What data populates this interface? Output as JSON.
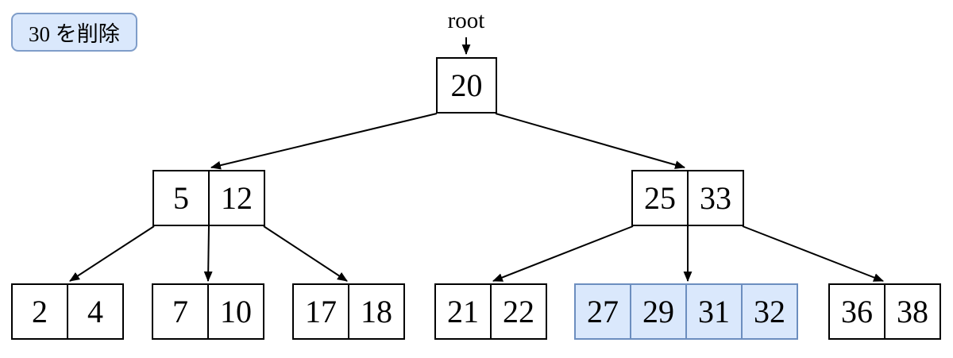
{
  "badge": {
    "label": "30 を削除"
  },
  "tree": {
    "root_label": "root",
    "nodes": [
      {
        "id": "root",
        "values": [
          "20"
        ],
        "highlighted": false
      },
      {
        "id": "internal-left",
        "values": [
          "5",
          "12"
        ],
        "highlighted": false
      },
      {
        "id": "internal-right",
        "values": [
          "25",
          "33"
        ],
        "highlighted": false
      },
      {
        "id": "leaf-2-4",
        "values": [
          "2",
          "4"
        ],
        "highlighted": false
      },
      {
        "id": "leaf-7-10",
        "values": [
          "7",
          "10"
        ],
        "highlighted": false
      },
      {
        "id": "leaf-17-18",
        "values": [
          "17",
          "18"
        ],
        "highlighted": false
      },
      {
        "id": "leaf-21-22",
        "values": [
          "21",
          "22"
        ],
        "highlighted": false
      },
      {
        "id": "leaf-27-29-31-32",
        "values": [
          "27",
          "29",
          "31",
          "32"
        ],
        "highlighted": true
      },
      {
        "id": "leaf-36-38",
        "values": [
          "36",
          "38"
        ],
        "highlighted": false
      }
    ],
    "edges": [
      {
        "from": "root-label",
        "to": "root"
      },
      {
        "from": "root",
        "to": "internal-left"
      },
      {
        "from": "root",
        "to": "internal-right"
      },
      {
        "from": "internal-left",
        "to": "leaf-2-4"
      },
      {
        "from": "internal-left",
        "to": "leaf-7-10"
      },
      {
        "from": "internal-left",
        "to": "leaf-17-18"
      },
      {
        "from": "internal-right",
        "to": "leaf-21-22"
      },
      {
        "from": "internal-right",
        "to": "leaf-27-29-31-32"
      },
      {
        "from": "internal-right",
        "to": "leaf-36-38"
      }
    ],
    "colors": {
      "highlight_fill": "#dae8fc",
      "highlight_stroke": "#6c8ebf",
      "badge_stroke": "#7f9dc9",
      "node_stroke": "#000000"
    }
  }
}
